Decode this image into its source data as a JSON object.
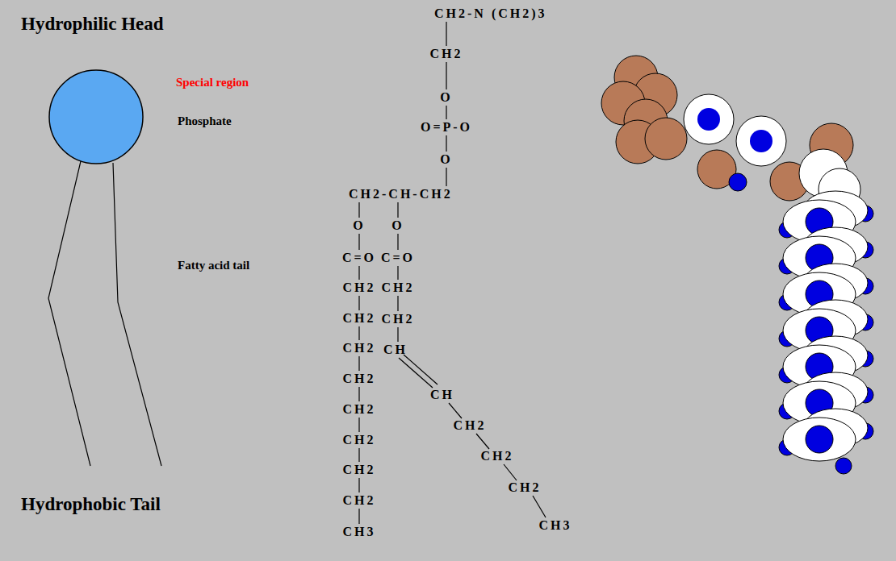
{
  "diagram": {
    "labels": [
      "Hydrophilic Head",
      "Special region",
      "Phosphate",
      "Fatty acid tail",
      "Hydrophobic Tail",
      "CH2-N (CH2)3",
      "CH2",
      "O",
      "O=P-O",
      "O",
      "CH2-CH-CH2",
      "O",
      "O",
      "C=O",
      "C=O",
      "CH2",
      "CH2",
      "CH2",
      "CH2",
      "CH2",
      "CH",
      "CH2",
      "CH",
      "CH2",
      "CH2",
      "CH2",
      "CH2",
      "CH2",
      "CH2",
      "CH2",
      "CH3",
      "CH3"
    ]
  }
}
